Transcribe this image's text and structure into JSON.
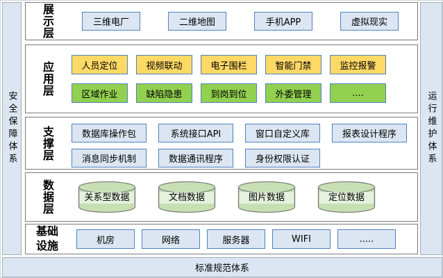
{
  "frame": {
    "left_bar": "安全保障体系",
    "right_bar": "运行维护体系",
    "bottom_bar": "标准规范体系"
  },
  "layers": [
    {
      "label": "展示层",
      "rows": [
        {
          "style": "blue",
          "items": [
            "三维电厂",
            "二维地图",
            "手机APP",
            "虚拟现实"
          ]
        }
      ]
    },
    {
      "label": "应用层",
      "rows": [
        {
          "style": "yellow",
          "items": [
            "人员定位",
            "视频联动",
            "电子围栏",
            "智能门禁",
            "监控报警"
          ]
        },
        {
          "style": "green",
          "items": [
            "区域作业",
            "缺陷隐患",
            "到岗到位",
            "外委管理",
            "...."
          ]
        }
      ]
    },
    {
      "label": "支撑层",
      "rows": [
        {
          "style": "blue",
          "items": [
            "数据库操作包",
            "系统接口API",
            "窗口自定义库",
            "报表设计程序"
          ]
        },
        {
          "style": "blue",
          "items": [
            "消息同步机制",
            "数据通讯程序",
            "身份权限认证"
          ]
        }
      ]
    },
    {
      "label": "数据层",
      "rows": [
        {
          "style": "cylinder",
          "items": [
            "关系型数据",
            "文档数据",
            "图片数据",
            "定位数据"
          ]
        }
      ]
    },
    {
      "label": "基础设施",
      "rows": [
        {
          "style": "blue",
          "items": [
            "机房",
            "网络",
            "服务器",
            "WIFI",
            "....."
          ]
        }
      ]
    }
  ],
  "colors": {
    "bar_fill": "#dce6f2",
    "box_blue_fill": "#dce6f2",
    "box_border_blue": "#4f81bd",
    "box_yellow_fill": "#ffd966",
    "box_green_fill": "#92d050",
    "cylinder_fill": "#c6e0b4",
    "cylinder_border": "#7f7f7f",
    "layer_border": "#7a7a7a"
  }
}
